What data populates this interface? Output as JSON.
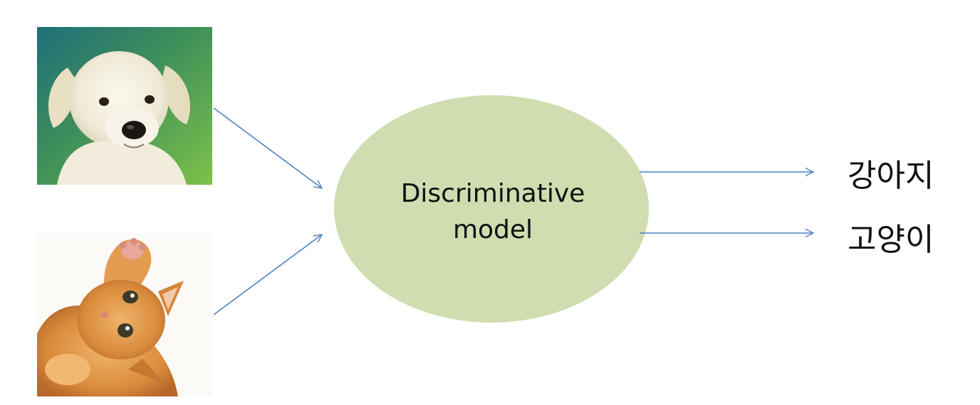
{
  "model": {
    "line1": "Discriminative",
    "line2": "model",
    "fill_color": "#cfddb0"
  },
  "inputs": [
    {
      "name": "puppy",
      "icon": "puppy-photo"
    },
    {
      "name": "kitten",
      "icon": "kitten-photo"
    }
  ],
  "outputs": [
    {
      "label": "강아지"
    },
    {
      "label": "고양이"
    }
  ],
  "colors": {
    "arrow": "#4f81bd",
    "background": "#ffffff"
  }
}
